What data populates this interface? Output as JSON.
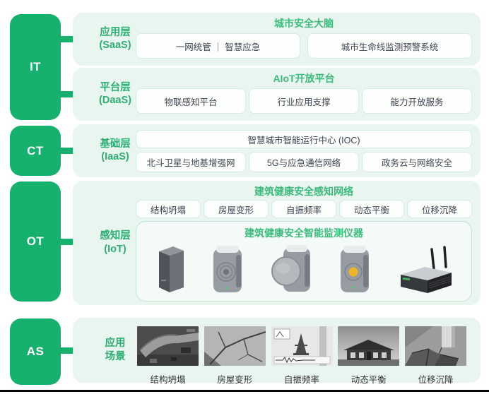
{
  "colors": {
    "accent_green": "#16b16d",
    "mint_background": "#e9f6ef",
    "title_green": "#3dbb7d",
    "layer_label_green": "#2fae74",
    "box_border": "#d3ecdd"
  },
  "left_blocks": [
    {
      "label": "IT"
    },
    {
      "label": "CT"
    },
    {
      "label": "OT"
    },
    {
      "label": "AS"
    }
  ],
  "sections": {
    "saas": {
      "layer_name": "应用层",
      "layer_abbr": "(SaaS)",
      "title": "城市安全大脑",
      "boxes": [
        "一网统管 ｜ 智慧应急",
        "城市生命线监测预警系统"
      ]
    },
    "daas": {
      "layer_name": "平台层",
      "layer_abbr": "(DaaS)",
      "title": "AIoT开放平台",
      "boxes": [
        "物联感知平台",
        "行业应用支撑",
        "能力开放服务"
      ]
    },
    "iaas": {
      "layer_name": "基础层",
      "layer_abbr": "(IaaS)",
      "wide_box": "智慧城市智能运行中心 (IOC)",
      "boxes": [
        "北斗卫星与地基增强网",
        "5G与应急通信网络",
        "政务云与网络安全"
      ]
    },
    "iot": {
      "layer_name": "感知层",
      "layer_abbr": "(IoT)",
      "title": "建筑健康安全感知网络",
      "boxes": [
        "结构坍塌",
        "房屋变形",
        "自振频率",
        "动态平衡",
        "位移沉降"
      ],
      "panel_title": "建筑健康安全智能监测仪器",
      "device_icons": [
        "pillar-sensor-icon",
        "vibration-sensor-icon",
        "knob-sensor-icon",
        "button-sensor-icon",
        "gateway-router-icon"
      ]
    },
    "scenes": {
      "layer_name": "应用",
      "layer_abbr": "场景",
      "items": [
        {
          "label": "结构坍塌",
          "image": "collapsed-structure-photo"
        },
        {
          "label": "房屋变形",
          "image": "wall-cracks-photo"
        },
        {
          "label": "自振频率",
          "image": "vibration-frequency-diagram"
        },
        {
          "label": "动态平衡",
          "image": "house-photo"
        },
        {
          "label": "位移沉降",
          "image": "foundation-settlement-photo"
        }
      ]
    }
  }
}
